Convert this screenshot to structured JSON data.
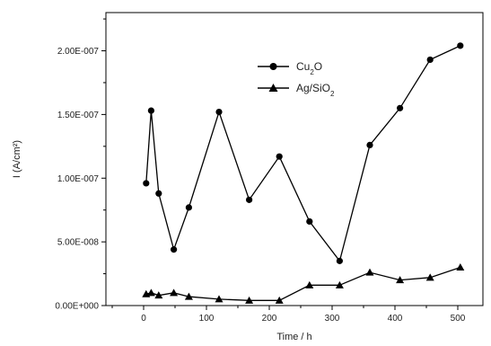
{
  "chart_data": {
    "type": "line",
    "xlabel": "Time / h",
    "ylabel": "I (A/cm²)",
    "xlim": [
      -60,
      540
    ],
    "ylim": [
      0,
      2.3e-07
    ],
    "x_ticks": [
      0,
      100,
      200,
      300,
      400,
      500
    ],
    "x_tick_labels": [
      "0",
      "100",
      "200",
      "300",
      "400",
      "500"
    ],
    "y_ticks": [
      0,
      5e-08,
      1e-07,
      1.5e-07,
      2e-07
    ],
    "y_tick_labels": [
      "0.00E+000",
      "5.00E-008",
      "1.00E-007",
      "1.50E-007",
      "2.00E-007"
    ],
    "grid": false,
    "legend_position": "top-center",
    "series": [
      {
        "name": "Cu2O",
        "marker": "circle",
        "color": "#000000",
        "x": [
          4,
          12,
          24,
          48,
          72,
          120,
          168,
          216,
          264,
          312,
          360,
          408,
          456,
          504
        ],
        "y": [
          9.6e-08,
          1.53e-07,
          8.8e-08,
          4.4e-08,
          7.7e-08,
          1.52e-07,
          8.3e-08,
          1.17e-07,
          6.6e-08,
          3.5e-08,
          1.26e-07,
          1.55e-07,
          1.93e-07,
          2.04e-07
        ]
      },
      {
        "name": "Ag/SiO2",
        "marker": "triangle",
        "color": "#000000",
        "x": [
          4,
          12,
          24,
          48,
          72,
          120,
          168,
          216,
          264,
          312,
          360,
          408,
          456,
          504
        ],
        "y": [
          9e-09,
          1e-08,
          8e-09,
          1e-08,
          7e-09,
          5e-09,
          4e-09,
          4e-09,
          1.6e-08,
          1.6e-08,
          2.6e-08,
          2e-08,
          2.2e-08,
          3e-08
        ]
      }
    ]
  }
}
